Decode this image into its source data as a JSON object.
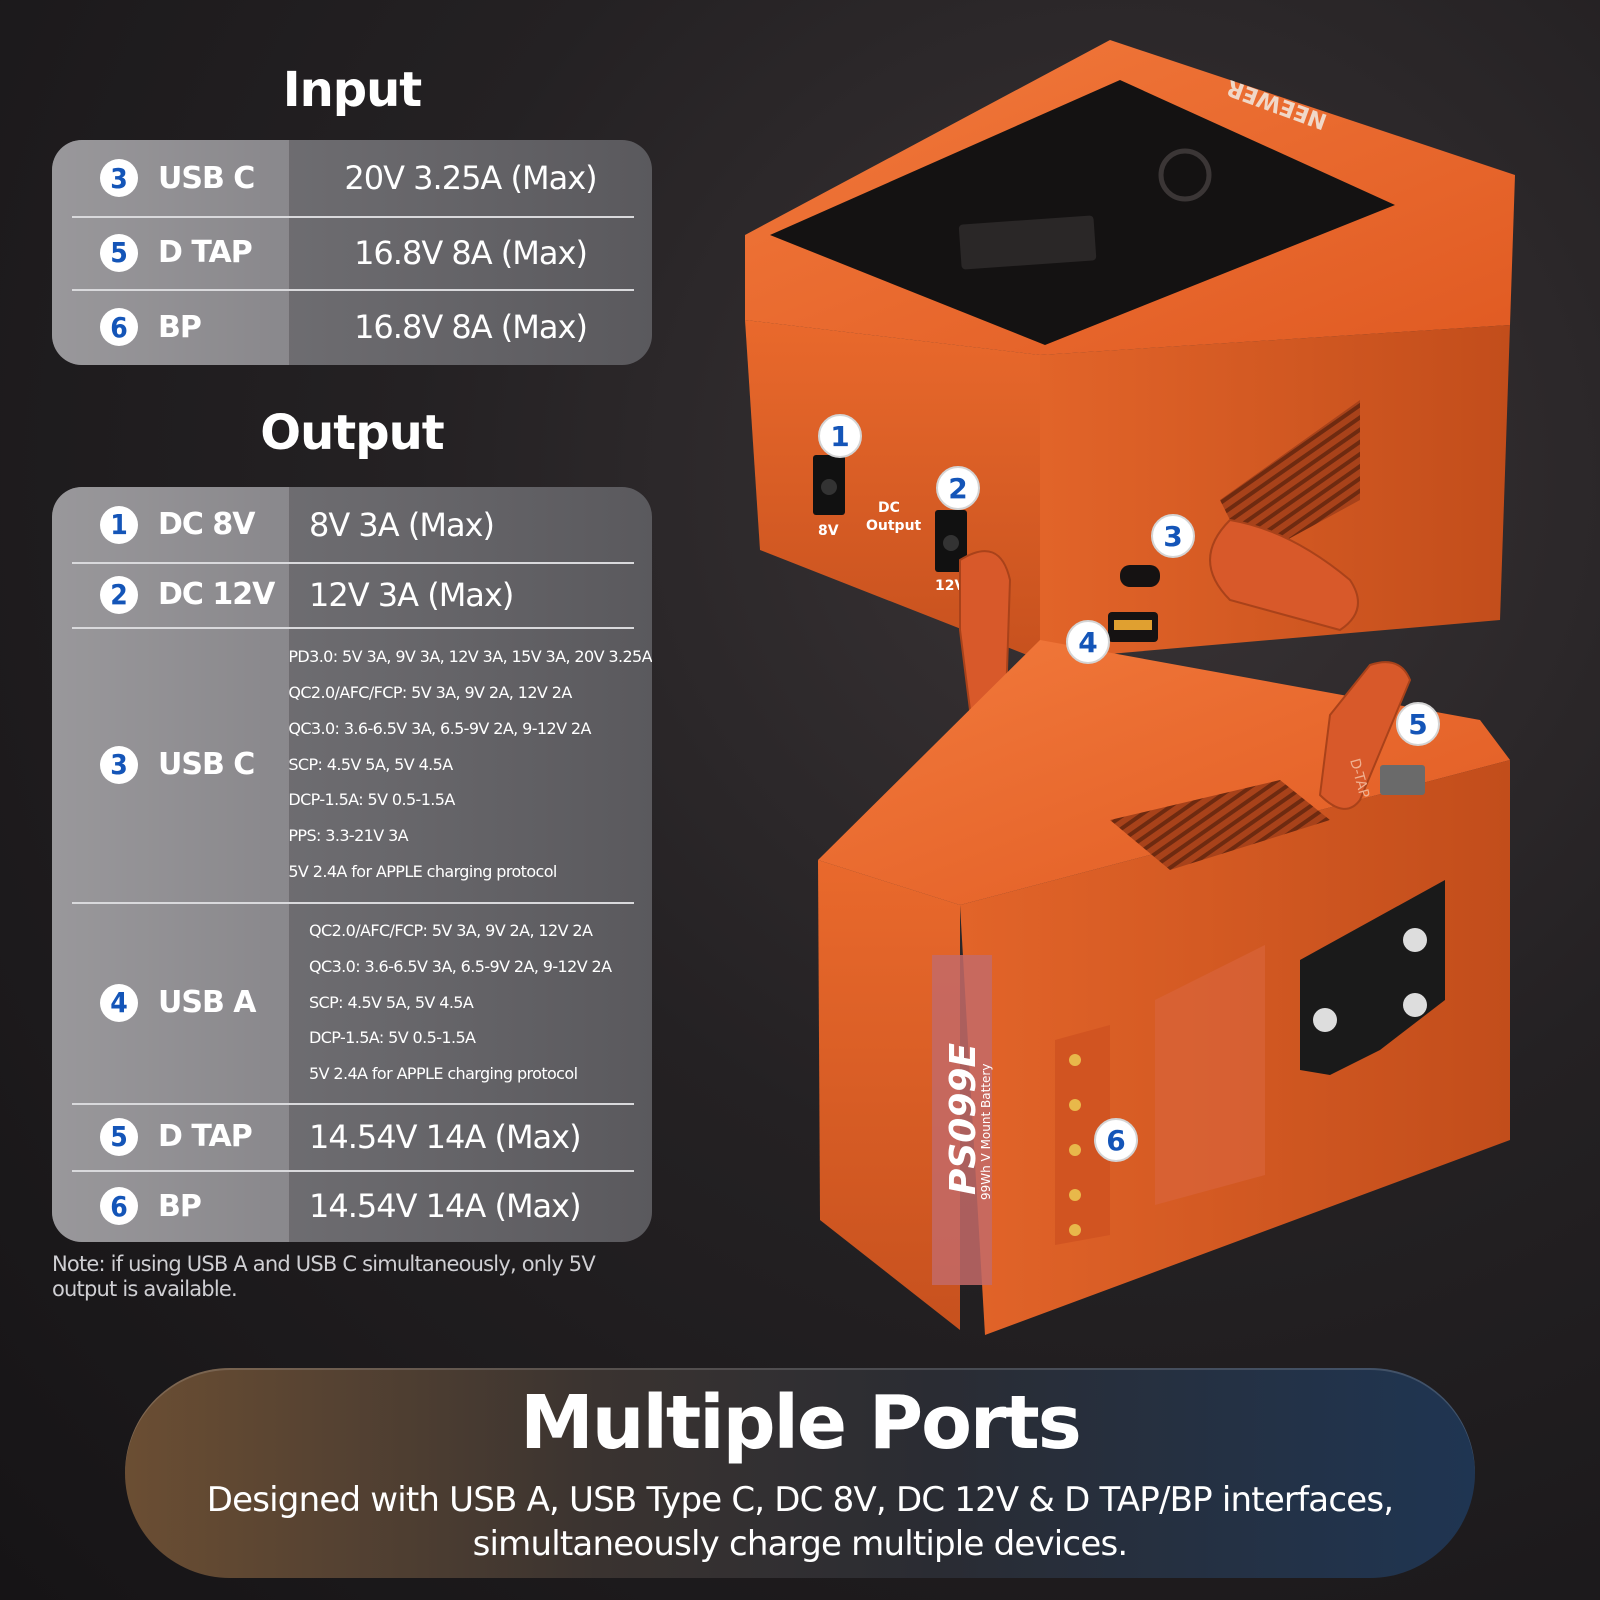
{
  "input": {
    "title": "Input",
    "rows": [
      {
        "num": "3",
        "port": "USB C",
        "value": "20V 3.25A (Max)"
      },
      {
        "num": "5",
        "port": "D TAP",
        "value": "16.8V 8A (Max)"
      },
      {
        "num": "6",
        "port": "BP",
        "value": "16.8V 8A (Max)"
      }
    ]
  },
  "output": {
    "title": "Output",
    "rows": [
      {
        "num": "1",
        "port": "DC 8V",
        "value": "8V 3A (Max)"
      },
      {
        "num": "2",
        "port": "DC 12V",
        "value": "12V 3A (Max)"
      },
      {
        "num": "3",
        "port": "USB C",
        "lines": [
          "PD3.0: 5V 3A, 9V 3A, 12V 3A, 15V 3A, 20V 3.25A",
          "QC2.0/AFC/FCP: 5V 3A, 9V 2A, 12V 2A",
          "QC3.0: 3.6-6.5V 3A, 6.5-9V 2A, 9-12V 2A",
          "SCP: 4.5V 5A, 5V 4.5A",
          "DCP-1.5A: 5V 0.5-1.5A",
          "PPS: 3.3-21V 3A",
          "5V 2.4A for APPLE charging protocol"
        ]
      },
      {
        "num": "4",
        "port": "USB A",
        "lines": [
          "QC2.0/AFC/FCP: 5V 3A, 9V 2A, 12V 2A",
          "QC3.0: 3.6-6.5V 3A, 6.5-9V 2A, 9-12V 2A",
          "SCP: 4.5V 5A, 5V 4.5A",
          "DCP-1.5A: 5V 0.5-1.5A",
          "5V 2.4A for APPLE charging protocol"
        ]
      },
      {
        "num": "5",
        "port": "D TAP",
        "value": "14.54V 14A (Max)"
      },
      {
        "num": "6",
        "port": "BP",
        "value": "14.54V 14A (Max)"
      }
    ]
  },
  "note": "Note: if using USB A and USB C simultaneously, only 5V output is available.",
  "banner": {
    "title": "Multiple Ports",
    "subtitle_line1": "Designed with USB A, USB Type C, DC 8V, DC 12V & D TAP/BP interfaces,",
    "subtitle_line2": "simultaneously charge multiple devices."
  },
  "product": {
    "brand": "NEEWER",
    "model": "PS099E",
    "model_sub": "99Wh V Mount Battery",
    "label_8v": "8V",
    "label_dc": "DC",
    "label_output": "Output",
    "label_12v": "12V",
    "label_dtap": "D-TAP",
    "callouts": [
      "1",
      "2",
      "3",
      "4",
      "5",
      "6"
    ]
  },
  "colors": {
    "orange": "#e8632a",
    "orange_dark": "#b8461a",
    "badge_blue": "#1455b8"
  }
}
